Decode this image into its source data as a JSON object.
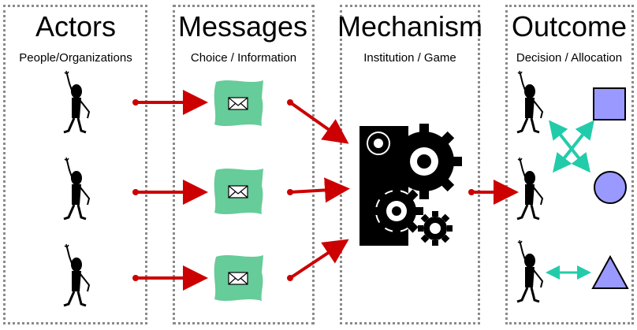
{
  "columns": [
    {
      "title": "Actors",
      "subtitle": "People/Organizations"
    },
    {
      "title": "Messages",
      "subtitle": "Choice / Information"
    },
    {
      "title": "Mechanism",
      "subtitle": "Institution / Game"
    },
    {
      "title": "Outcome",
      "subtitle": "Decision / Allocation"
    }
  ],
  "colors": {
    "arrow": "#cc0000",
    "envelope": "#66cc99",
    "shape_fill": "#9999ff",
    "double_arrow": "#22ccaa",
    "border": "#8a8a8a"
  },
  "icons": {
    "actor": "stick-figure-waving",
    "message": "envelope",
    "mechanism": "gears",
    "outcomes": [
      "square",
      "circle",
      "triangle"
    ]
  }
}
